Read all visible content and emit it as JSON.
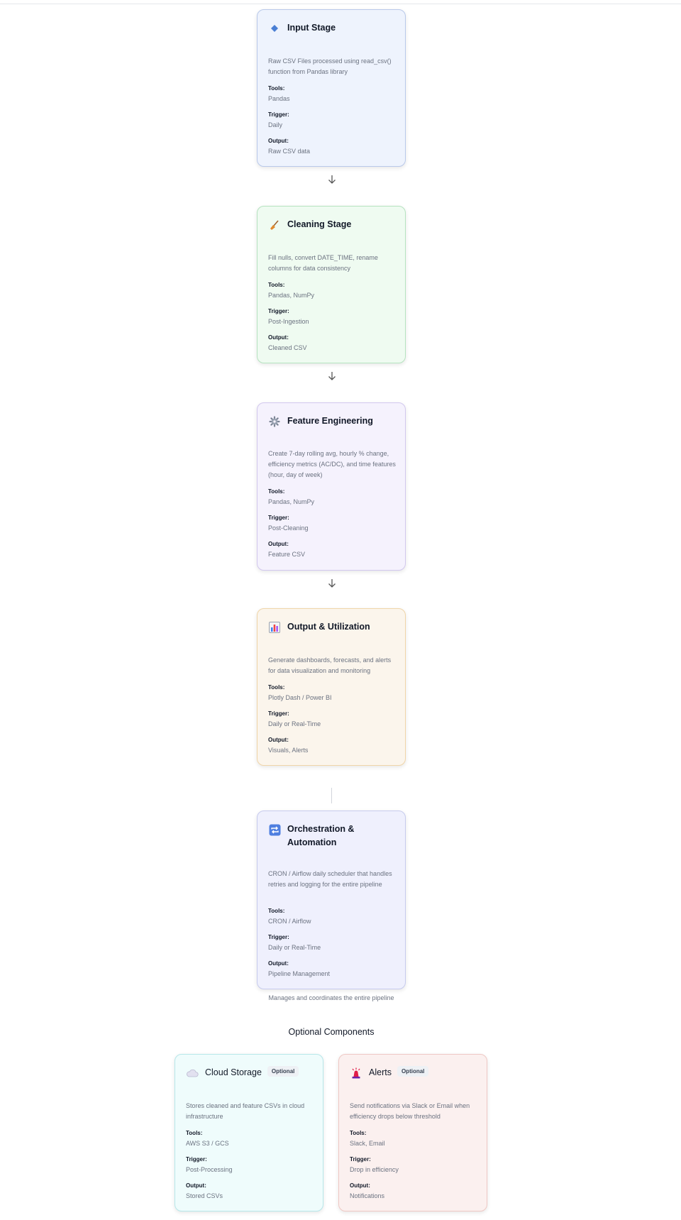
{
  "stages": [
    {
      "title": "Input Stage",
      "icon": "diamond-icon",
      "description": "Raw CSV Files processed using read_csv() function from Pandas library",
      "tools_label": "Tools:",
      "tools": "Pandas",
      "trigger_label": "Trigger:",
      "trigger": "Daily",
      "output_label": "Output:",
      "output": "Raw CSV data",
      "bg": "#eef3fd",
      "border": "#b9c9ea"
    },
    {
      "title": "Cleaning Stage",
      "icon": "broom-icon",
      "description": "Fill nulls, convert DATE_TIME, rename columns for data consistency",
      "tools_label": "Tools:",
      "tools": "Pandas, NumPy",
      "trigger_label": "Trigger:",
      "trigger": "Post-Ingestion",
      "output_label": "Output:",
      "output": "Cleaned CSV",
      "bg": "#effbf1",
      "border": "#b6e3c0"
    },
    {
      "title": "Feature Engineering",
      "icon": "gear-icon",
      "description": "Create 7-day rolling avg, hourly % change, efficiency metrics (AC/DC), and time features (hour, day of week)",
      "tools_label": "Tools:",
      "tools": "Pandas, NumPy",
      "trigger_label": "Trigger:",
      "trigger": "Post-Cleaning",
      "output_label": "Output:",
      "output": "Feature CSV",
      "bg": "#f5f2fd",
      "border": "#d2c8ee"
    },
    {
      "title": "Output & Utilization",
      "icon": "bar-chart-icon",
      "description": "Generate dashboards, forecasts, and alerts for data visualization and monitoring",
      "tools_label": "Tools:",
      "tools": "Plotly Dash / Power BI",
      "trigger_label": "Trigger:",
      "trigger": "Daily or Real-Time",
      "output_label": "Output:",
      "output": "Visuals, Alerts",
      "bg": "#fbf5ec",
      "border": "#f0d5a8"
    }
  ],
  "orchestration": {
    "title": "Orchestration & Automation",
    "icon": "repeat-icon",
    "description": "CRON / Airflow daily scheduler that handles retries and logging for the entire pipeline",
    "tools_label": "Tools:",
    "tools": "CRON / Airflow",
    "trigger_label": "Trigger:",
    "trigger": "Daily or Real-Time",
    "output_label": "Output:",
    "output": "Pipeline Management",
    "caption": "Manages and coordinates the entire pipeline",
    "bg": "#eff0fd",
    "border": "#c7cbee"
  },
  "optional_section": {
    "title": "Optional Components",
    "badge": "Optional",
    "components": [
      {
        "title": "Cloud Storage",
        "icon": "cloud-icon",
        "description": "Stores cleaned and feature CSVs in cloud infrastructure",
        "tools_label": "Tools:",
        "tools": "AWS S3 / GCS",
        "trigger_label": "Trigger:",
        "trigger": "Post-Processing",
        "output_label": "Output:",
        "output": "Stored CSVs",
        "bg": "#effcfc",
        "border": "#b7e7ea"
      },
      {
        "title": "Alerts",
        "icon": "siren-icon",
        "description": "Send notifications via Slack or Email when efficiency drops below threshold",
        "tools_label": "Tools:",
        "tools": "Slack, Email",
        "trigger_label": "Trigger:",
        "trigger": "Drop in efficiency",
        "output_label": "Output:",
        "output": "Notifications",
        "bg": "#fbf0ef",
        "border": "#efc8c4"
      }
    ]
  }
}
